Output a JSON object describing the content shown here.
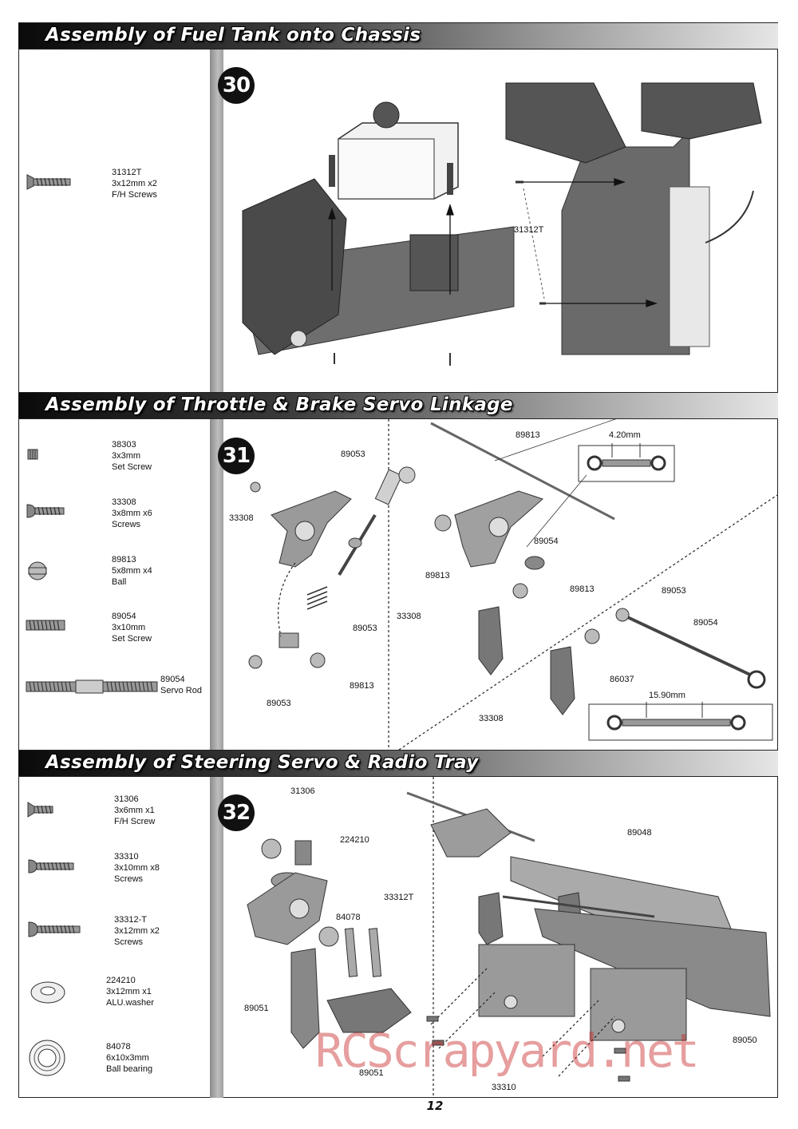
{
  "sections": [
    {
      "title": "Assembly of Fuel Tank onto Chassis",
      "step": "30"
    },
    {
      "title": "Assembly of Throttle & Brake Servo Linkage",
      "step": "31"
    },
    {
      "title": "Assembly of Steering Servo & Radio Tray",
      "step": "32"
    }
  ],
  "parts30": [
    {
      "code": "31312T",
      "size": "3x12mm x2",
      "desc": "F/H Screws"
    }
  ],
  "parts31": [
    {
      "code": "38303",
      "size": "3x3mm",
      "desc": "Set Screw"
    },
    {
      "code": "33308",
      "size": "3x8mm x6",
      "desc": "Screws"
    },
    {
      "code": "89813",
      "size": "5x8mm x4",
      "desc": "Ball"
    },
    {
      "code": "89054",
      "size": "3x10mm",
      "desc": "Set Screw"
    },
    {
      "code": "89054",
      "desc": "Servo Rod"
    }
  ],
  "parts32": [
    {
      "code": "31306",
      "size": "3x6mm x1",
      "desc": "F/H Screw"
    },
    {
      "code": "33310",
      "size": "3x10mm x8",
      "desc": "Screws"
    },
    {
      "code": "33312-T",
      "size": "3x12mm x2",
      "desc": "Screws"
    },
    {
      "code": "224210",
      "size": "3x12mm x1",
      "desc": "ALU.washer"
    },
    {
      "code": "84078",
      "size": "6x10x3mm",
      "desc": "Ball bearing"
    }
  ],
  "labels30": [
    "31312T"
  ],
  "labels31": [
    "89053",
    "33308",
    "89053",
    "89813",
    "89053",
    "89813",
    "89054",
    "89813",
    "33308",
    "89813",
    "89053",
    "89054",
    "86037",
    "33308",
    "4.20mm",
    "15.90mm"
  ],
  "labels32": [
    "31306",
    "224210",
    "33312T",
    "84078",
    "89051",
    "89051",
    "89048",
    "89050",
    "33310"
  ],
  "page_number": "12",
  "watermark": "RCScrapyard.net",
  "colors": {
    "frame": "#222222",
    "header_dark": "#0a0a0a",
    "header_light": "#e6e6e6",
    "bar": "#a8a8a8",
    "part_gray": "#9a9a9a"
  }
}
